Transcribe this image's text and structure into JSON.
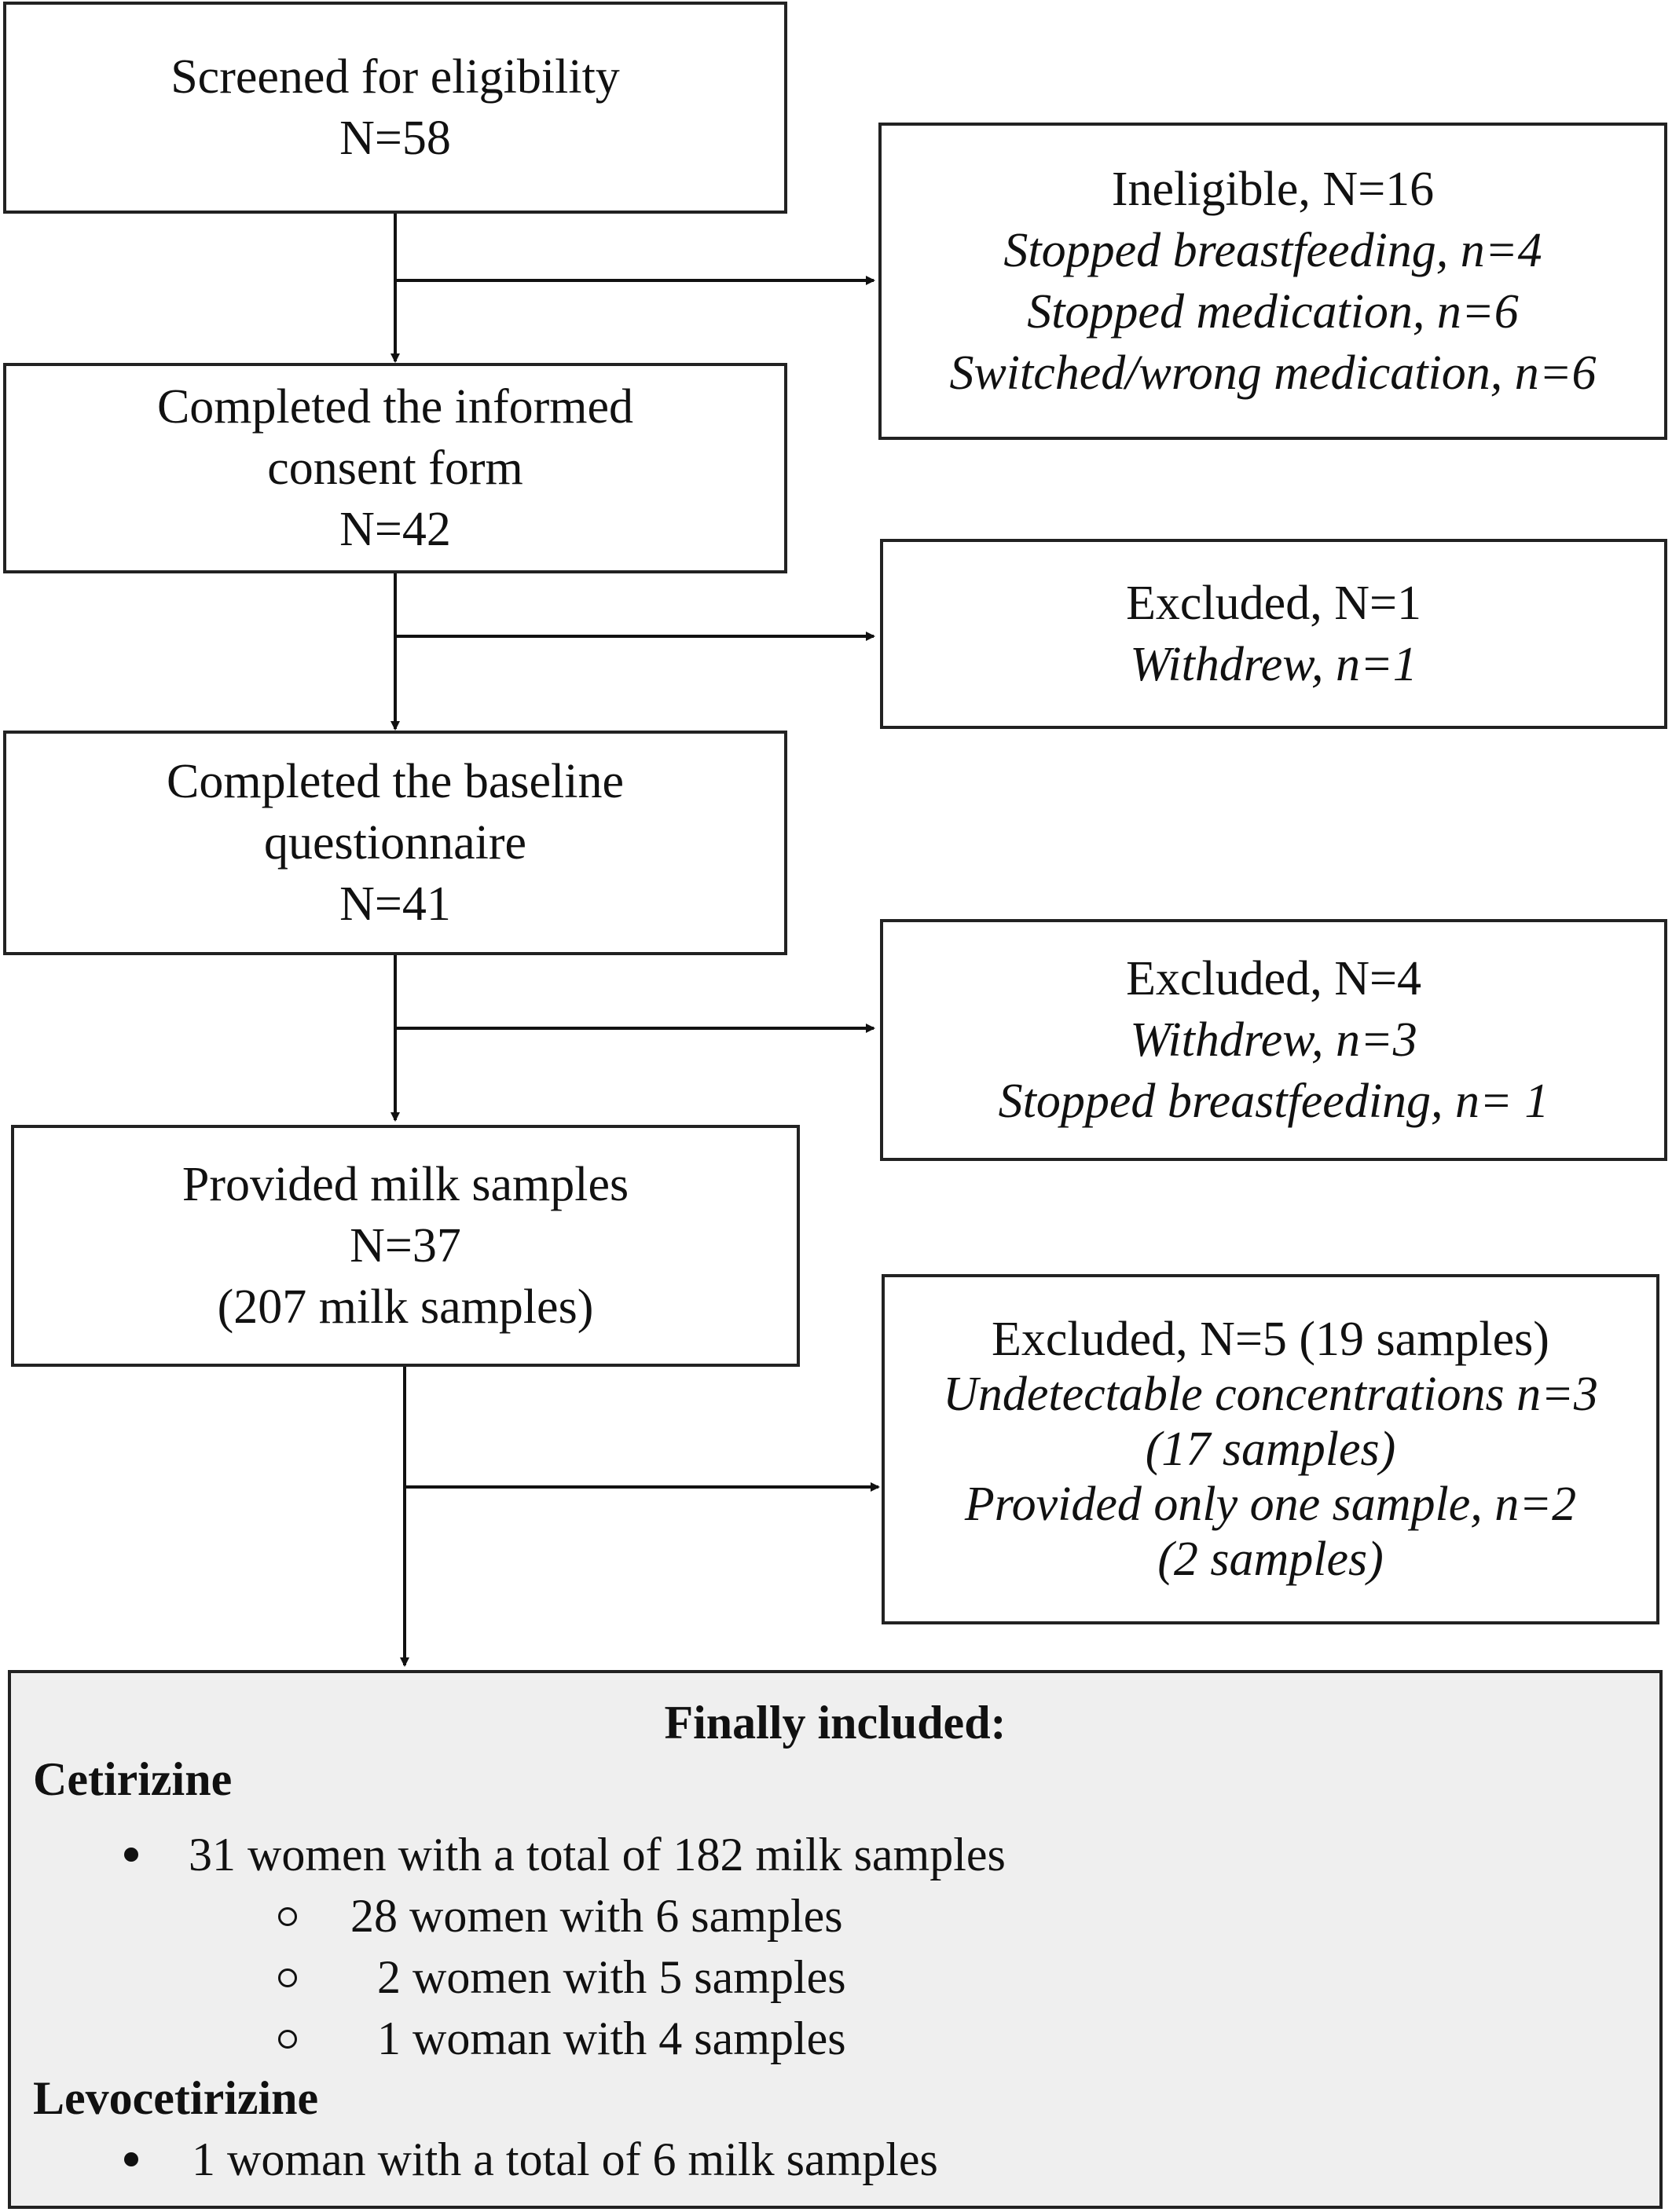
{
  "main_flow": [
    {
      "lines": [
        "Screened for eligibility",
        "N=58"
      ]
    },
    {
      "lines": [
        "Completed the informed",
        "consent form",
        "N=42"
      ]
    },
    {
      "lines": [
        "Completed the baseline",
        "questionnaire",
        "N=41"
      ]
    },
    {
      "lines": [
        "Provided milk samples",
        "N=37",
        "(207 milk samples)"
      ]
    }
  ],
  "exclusions": [
    {
      "heading": "Ineligible, N=16",
      "details": [
        "Stopped breastfeeding, n=4",
        "Stopped medication, n=6",
        "Switched/wrong medication, n=6"
      ]
    },
    {
      "heading": "Excluded, N=1",
      "details": [
        "Withdrew, n=1"
      ]
    },
    {
      "heading": "Excluded, N=4",
      "details": [
        "Withdrew, n=3",
        "Stopped breastfeeding, n= 1"
      ]
    },
    {
      "heading": "Excluded, N=5 (19 samples)",
      "details": [
        "Undetectable concentrations n=3",
        "(17 samples)",
        "Provided only one sample, n=2",
        "(2 samples)"
      ]
    }
  ],
  "final": {
    "title": "Finally included:",
    "cetirizine": {
      "label": "Cetirizine",
      "bullet": "31 women with a total of 182 milk samples",
      "sub": [
        "28 women with 6 samples",
        "2 women with 5 samples",
        "1 woman with 4 samples"
      ]
    },
    "levocetirizine": {
      "label": "Levocetirizine",
      "bullet": "1 woman with a total of 6 milk samples"
    }
  }
}
